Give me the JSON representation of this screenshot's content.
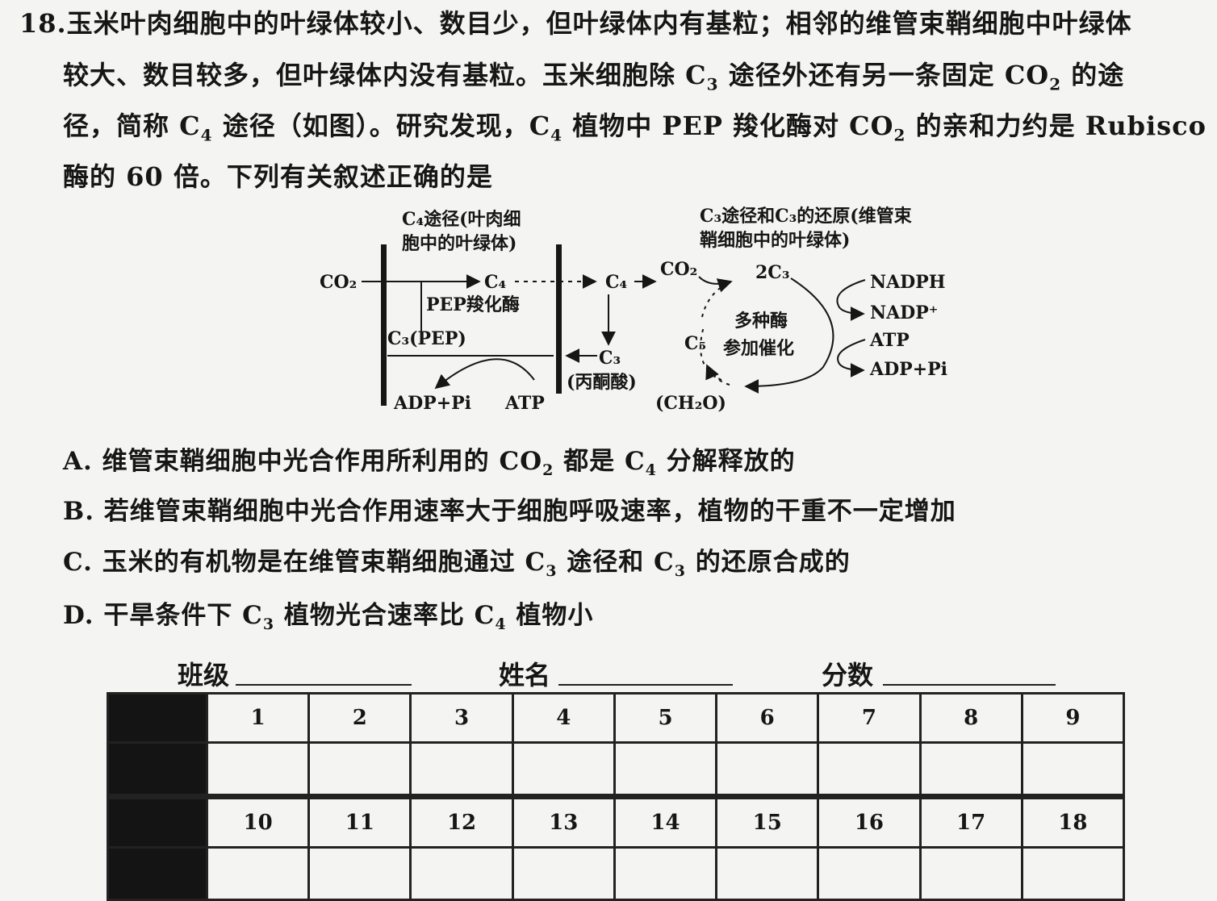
{
  "question": {
    "number": "18.",
    "line1": "玉米叶肉细胞中的叶绿体较小、数目少，但叶绿体内有基粒；相邻的维管束鞘细胞中叶绿体",
    "line2a": "较大、数目较多，但叶绿体内没有基粒。玉米细胞除 C",
    "line2_sub1": "3",
    "line2b": " 途径外还有另一条固定 CO",
    "line2_sub2": "2",
    "line2c": " 的途",
    "line3a": "径，简称 C",
    "line3_sub1": "4",
    "line3b": " 途径（如图）。研究发现，C",
    "line3_sub2": "4",
    "line3c": " 植物中 PEP 羧化酶对 CO",
    "line3_sub3": "2",
    "line3d": " 的亲和力约是 Rubisco",
    "line4": "酶的 60 倍。下列有关叙述正确的是"
  },
  "diagram": {
    "c4_label_1": "C₄途径(叶肉细",
    "c4_label_2": "胞中的叶绿体)",
    "c3_label_1": "C₃途径和C₃的还原(维管束",
    "c3_label_2": "鞘细胞中的叶绿体)",
    "co2_left": "CO₂",
    "c4_a": "C₄",
    "c4_b": "C₄",
    "co2_right": "CO₂",
    "two_c3": "2C₃",
    "pep_enzyme": "PEP羧化酶",
    "c3_pep": "C₃(PEP)",
    "c3": "C₃",
    "pyruvate": "(丙酮酸)",
    "adp_pi_left": "ADP+Pi",
    "atp_left": "ATP",
    "c5": "C₅",
    "enzymes_1": "多种酶",
    "enzymes_2": "参加催化",
    "ch2o": "(CH₂O)",
    "nadph": "NADPH",
    "nadp": "NADP⁺",
    "atp_right": "ATP",
    "adp_pi_right": "ADP+Pi"
  },
  "options": [
    {
      "letter": "A.",
      "parts": [
        "维管束鞘细胞中光合作用所利用的 CO",
        "2",
        " 都是 C",
        "4",
        " 分解释放的"
      ]
    },
    {
      "letter": "B.",
      "parts": [
        "若维管束鞘细胞中光合作用速率大于细胞呼吸速率，植物的干重不一定增加"
      ]
    },
    {
      "letter": "C.",
      "parts": [
        "玉米的有机物是在维管束鞘细胞通过 C",
        "3",
        " 途径和 C",
        "3",
        " 的还原合成的"
      ]
    },
    {
      "letter": "D.",
      "parts": [
        "干旱条件下 C",
        "3",
        " 植物光合速率比 C",
        "4",
        " 植物小"
      ]
    }
  ],
  "form": {
    "class_label": "班级",
    "name_label": "姓名",
    "score_label": "分数"
  },
  "answer_table": {
    "row1": [
      "1",
      "2",
      "3",
      "4",
      "5",
      "6",
      "7",
      "8",
      "9"
    ],
    "row2": [
      "10",
      "11",
      "12",
      "13",
      "14",
      "15",
      "16",
      "17",
      "18"
    ]
  }
}
